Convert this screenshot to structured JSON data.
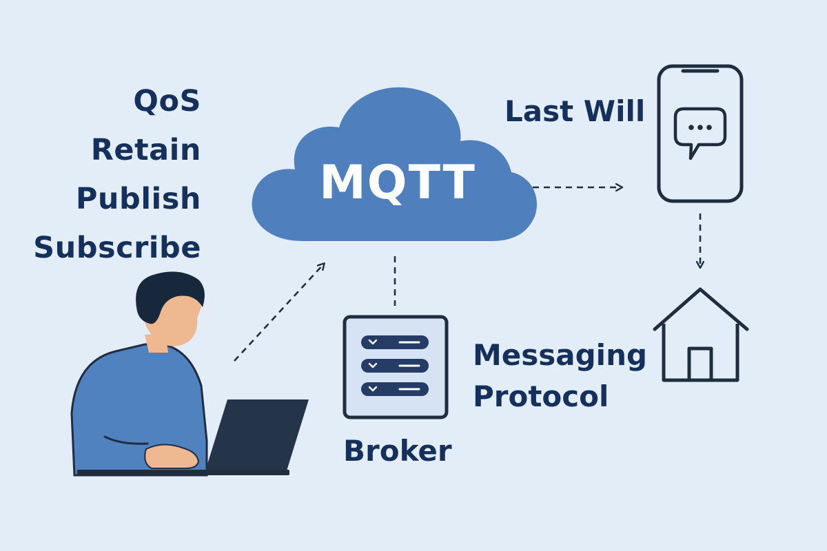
{
  "concepts": {
    "items": [
      "QoS",
      "Retain",
      "Publish",
      "Subscribe"
    ]
  },
  "cloud": {
    "label": "MQTT"
  },
  "labels": {
    "last_will": "Last Will",
    "messaging_line1": "Messaging",
    "messaging_line2": "Protocol",
    "broker": "Broker"
  },
  "icons": {
    "user": "person-at-laptop-icon",
    "broker": "server-rack-icon",
    "device": "smartphone-chat-icon",
    "home": "house-icon"
  },
  "colors": {
    "background": "#e3edf8",
    "cloud": "#4f80bd",
    "text": "#16305c",
    "outline": "#1f2d3f",
    "skin": "#eeb990",
    "hair": "#17273c",
    "shirt": "#5182c0",
    "laptop": "#24354a"
  }
}
